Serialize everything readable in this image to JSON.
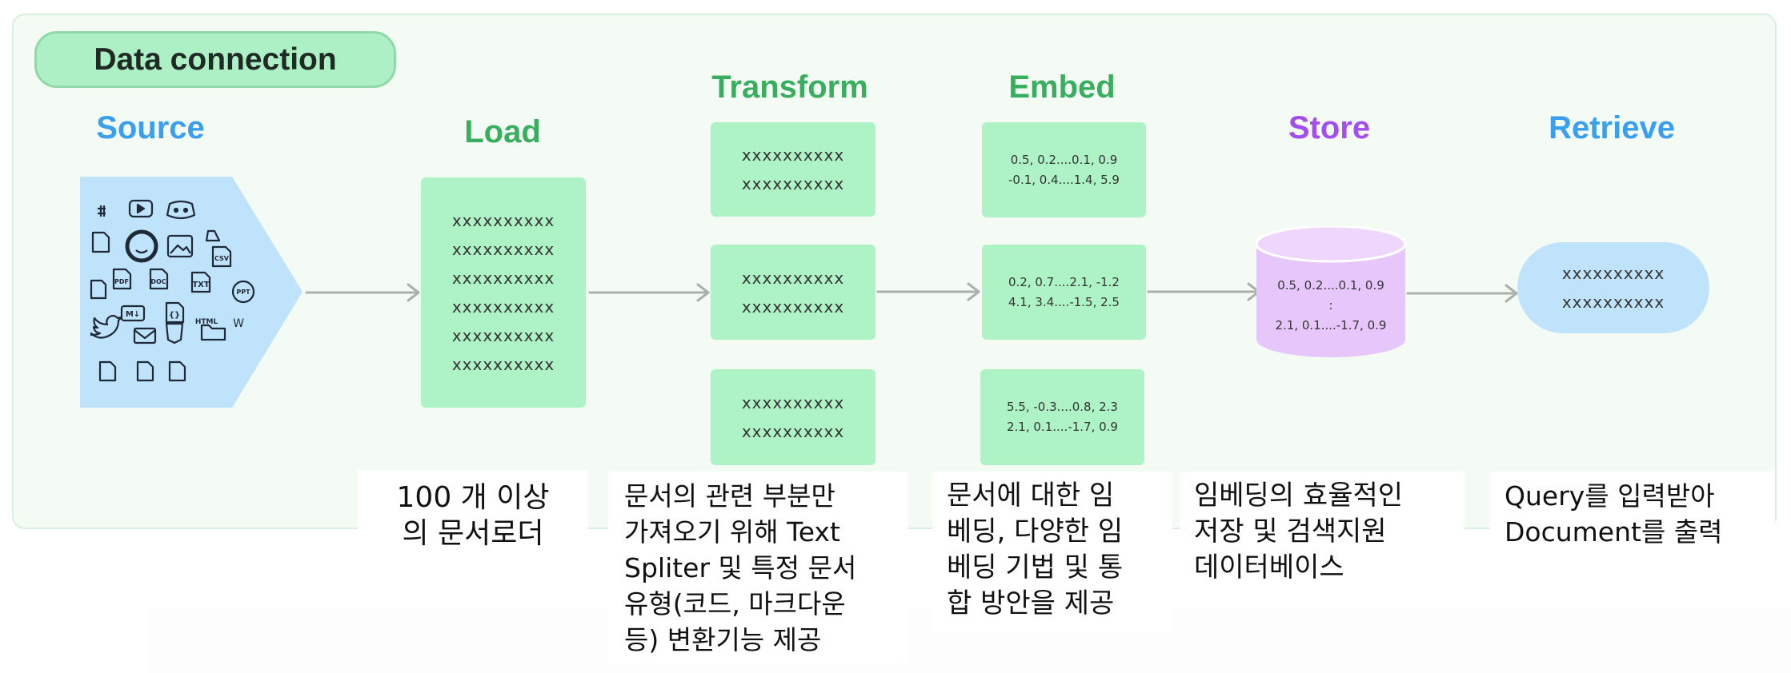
{
  "header": {
    "badge": "Data connection"
  },
  "stages": {
    "source": {
      "title": "Source"
    },
    "load": {
      "title": "Load",
      "lines": [
        "xxxxxxxxxx",
        "xxxxxxxxxx",
        "xxxxxxxxxx",
        "xxxxxxxxxx",
        "xxxxxxxxxx",
        "xxxxxxxxxx"
      ]
    },
    "transform": {
      "title": "Transform",
      "boxes": [
        {
          "lines": [
            "xxxxxxxxxx",
            "xxxxxxxxxx"
          ]
        },
        {
          "lines": [
            "xxxxxxxxxx",
            "xxxxxxxxxx"
          ]
        },
        {
          "lines": [
            "xxxxxxxxxx",
            "xxxxxxxxxx"
          ]
        }
      ]
    },
    "embed": {
      "title": "Embed",
      "boxes": [
        {
          "lines": [
            "0.5, 0.2....0.1, 0.9",
            "-0.1, 0.4....1.4, 5.9"
          ]
        },
        {
          "lines": [
            "0.2, 0.7....2.1, -1.2",
            "4.1, 3.4....-1.5, 2.5"
          ]
        },
        {
          "lines": [
            "5.5, -0.3....0.8, 2.3",
            "2.1, 0.1....-1.7, 0.9"
          ]
        }
      ]
    },
    "store": {
      "title": "Store",
      "lines": [
        "0.5, 0.2....0.1, 0.9",
        ":",
        "2.1, 0.1....-1.7, 0.9"
      ]
    },
    "retrieve": {
      "title": "Retrieve",
      "lines": [
        "xxxxxxxxxx",
        "xxxxxxxxxx"
      ]
    }
  },
  "source_icons": [
    "slack-icon",
    "youtube-icon",
    "discord-icon",
    "file-icon",
    "github-icon",
    "image-icon",
    "google-drive-icon",
    "csv-icon",
    "file-icon",
    "pdf-icon",
    "doc-icon",
    "txt-icon",
    "ppt-icon",
    "markdown-icon",
    "code-file-icon",
    "html-icon",
    "wikipedia-icon",
    "twitter-icon",
    "mail-icon",
    "css-icon",
    "folder-icon",
    "file-icon",
    "file-icon",
    "file-icon"
  ],
  "icon_labels": {
    "csv": "CSV",
    "pdf": "PDF",
    "doc": "DOC",
    "txt": "TXT",
    "ppt": "PPT",
    "md": "M↓",
    "code": "{}",
    "html": "HTML",
    "wiki": "W"
  },
  "descriptions": {
    "load": [
      "100 개 이상",
      "의  문서로더"
    ],
    "transform": [
      "문서의 관련 부분만",
      "가져오기 위해 Text",
      "Spliter 및 특정 문서",
      "유형(코드, 마크다운",
      "등) 변환기능 제공"
    ],
    "embed": [
      "문서에 대한 임",
      "베딩, 다양한 임",
      "베딩 기법 및 통",
      "합 방안을 제공"
    ],
    "store": [
      "임베딩의 효율적인",
      "저장 및 검색지원",
      "데이터베이스"
    ],
    "retrieve": [
      "Query를  입력받아",
      "Document를 출력"
    ]
  },
  "colors": {
    "green_box": "#aef3c6",
    "source_bg": "#bfe3fb",
    "store_bg": "#e7c7fb",
    "arrow": "#a9b1ad"
  }
}
